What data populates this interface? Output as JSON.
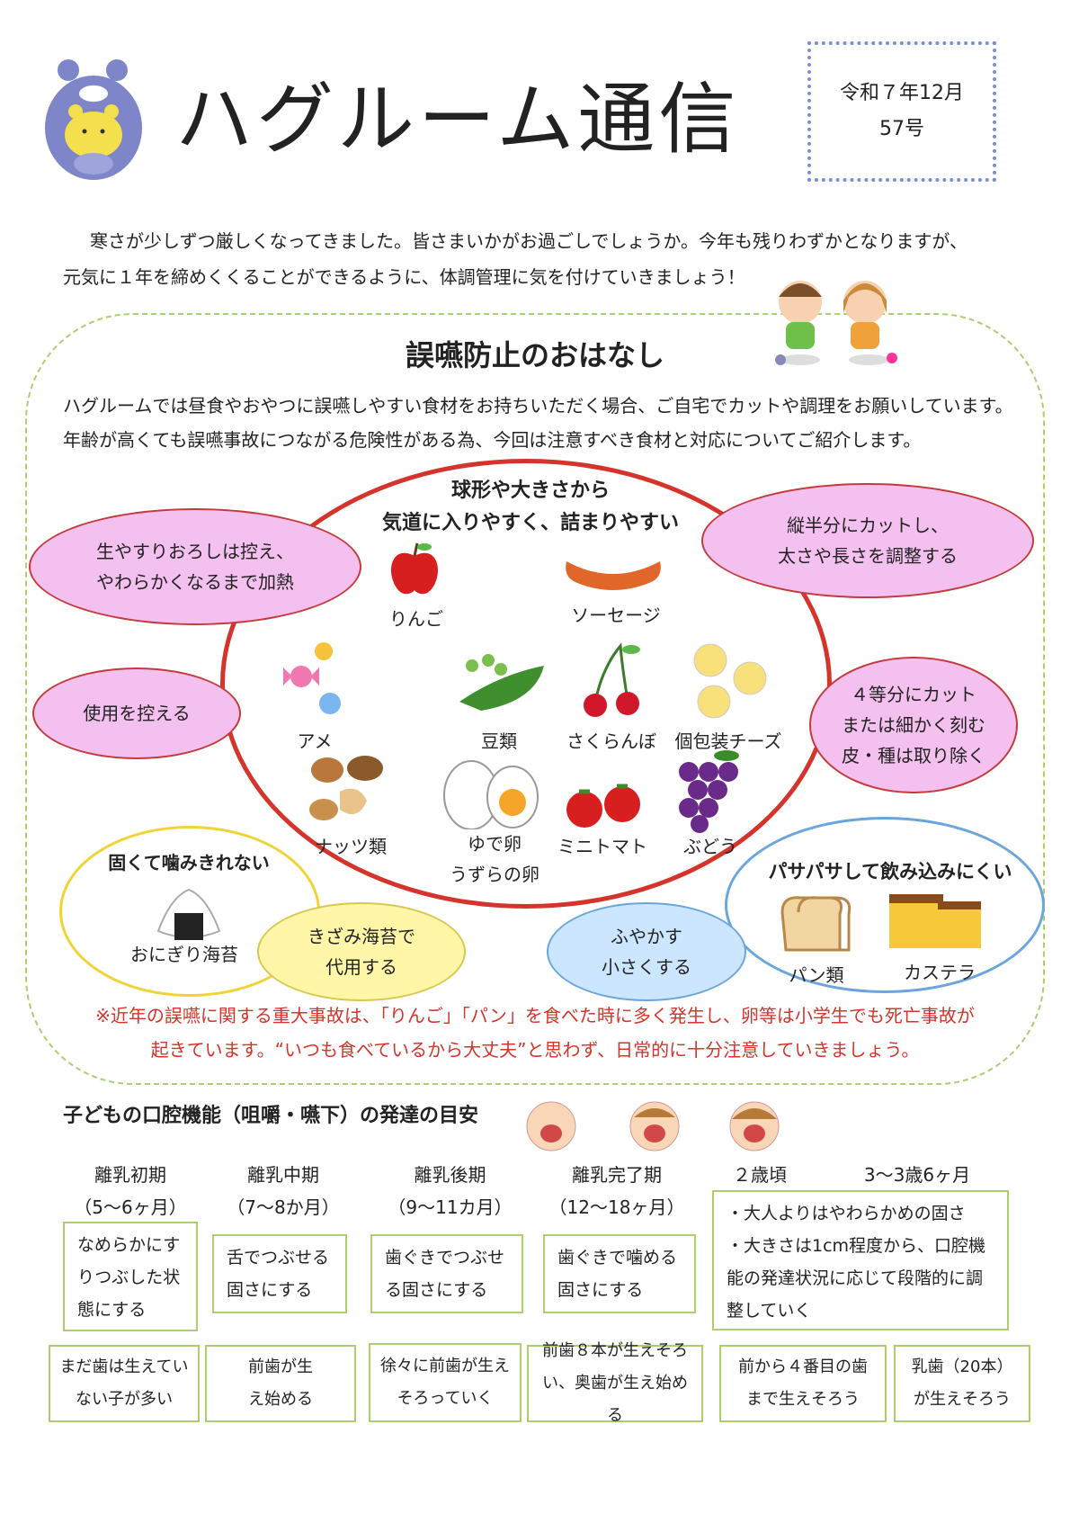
{
  "header": {
    "title": "ハグルーム通信",
    "date": "令和７年12月",
    "issue": "57号"
  },
  "intro": [
    "寒さが少しずつ厳しくなってきました。皆さまいかがお過ごしでしょうか。今年も残りわずかとなりますが、",
    "元気に１年を締めくくることができるように、体調管理に気を付けていきましょう！"
  ],
  "section1": {
    "title": "誤嚥防止のおはなし",
    "para": "ハグルームでは昼食やおやつに誤嚥しやすい食材をお持ちいただく場合、ご自宅でカットや調理をお願いしています。年齢が高くても誤嚥事故につながる危険性がある為、今回は注意すべき食材と対応についてご紹介します。",
    "center_title_1": "球形や大きさから",
    "center_title_2": "気道に入りやすく、詰まりやすい",
    "foods": {
      "apple": "りんご",
      "sausage": "ソーセージ",
      "candy": "アメ",
      "beans": "豆類",
      "cherry": "さくらんぼ",
      "cheese": "個包装チーズ",
      "nuts": "ナッツ類",
      "egg": "ゆで卵",
      "quail": "うずらの卵",
      "tomato": "ミニトマト",
      "grape": "ぶどう"
    },
    "bubbles": {
      "b1_1": "生やすりおろしは控え、",
      "b1_2": "やわらかくなるまで加熱",
      "b2_1": "縦半分にカットし、",
      "b2_2": "太さや長さを調整する",
      "b3": "使用を控える",
      "b4_1": "４等分にカット",
      "b4_2": "または細かく刻む",
      "b4_3": "皮・種は取り除く",
      "b5_1": "きざみ海苔で",
      "b5_2": "代用する",
      "b6_1": "ふやかす",
      "b6_2": "小さくする"
    },
    "hard": {
      "title": "固くて噛みきれない",
      "item": "おにぎり海苔"
    },
    "dry": {
      "title": "パサパサして飲み込みにくい",
      "item1": "パン類",
      "item2": "カステラ"
    },
    "note1": "※近年の誤嚥に関する重大事故は、「りんご」「パン」を食べた時に多く発生し、卵等は小学生でも死亡事故が",
    "note2": "起きています。“いつも食べているから大丈夫”と思わず、日常的に十分注意していきましょう。"
  },
  "section2": {
    "title": "子どもの口腔機能（咀嚼・嚥下）の発達の目安",
    "stages": [
      {
        "name": "離乳初期",
        "age": "（5〜6ヶ月）"
      },
      {
        "name": "離乳中期",
        "age": "（7〜8か月）"
      },
      {
        "name": "離乳後期",
        "age": "（9〜11カ月）"
      },
      {
        "name": "離乳完了期",
        "age": "（12〜18ヶ月）"
      },
      {
        "name": "２歳頃",
        "age": ""
      },
      {
        "name": "3〜3歳6ヶ月",
        "age": ""
      }
    ],
    "texture": [
      "なめらかにすりつぶした状態にする",
      "舌でつぶせる固さにする",
      "歯ぐきでつぶせる固さにする",
      "歯ぐきで噛める固さにする"
    ],
    "texture_last_1": "・大人よりはやわらかめの固さ",
    "texture_last_2": "・大きさは1cm程度から、口腔機能の発達状況に応じて段階的に調整していく",
    "teeth": [
      "まだ歯は生えていない子が多い",
      "前歯が生え始める",
      "徐々に前歯が生えそろっていく",
      "前歯８本が生えそろい、奥歯が生え始める",
      "前から４番目の歯まで生えそろう",
      "乳歯（20本）が生えそろう"
    ]
  },
  "colors": {
    "accent_red": "#d4342c",
    "bubble_pink": "#f4c0ef",
    "frame_green": "#a9cf6f",
    "date_border": "#7a8fd0"
  }
}
